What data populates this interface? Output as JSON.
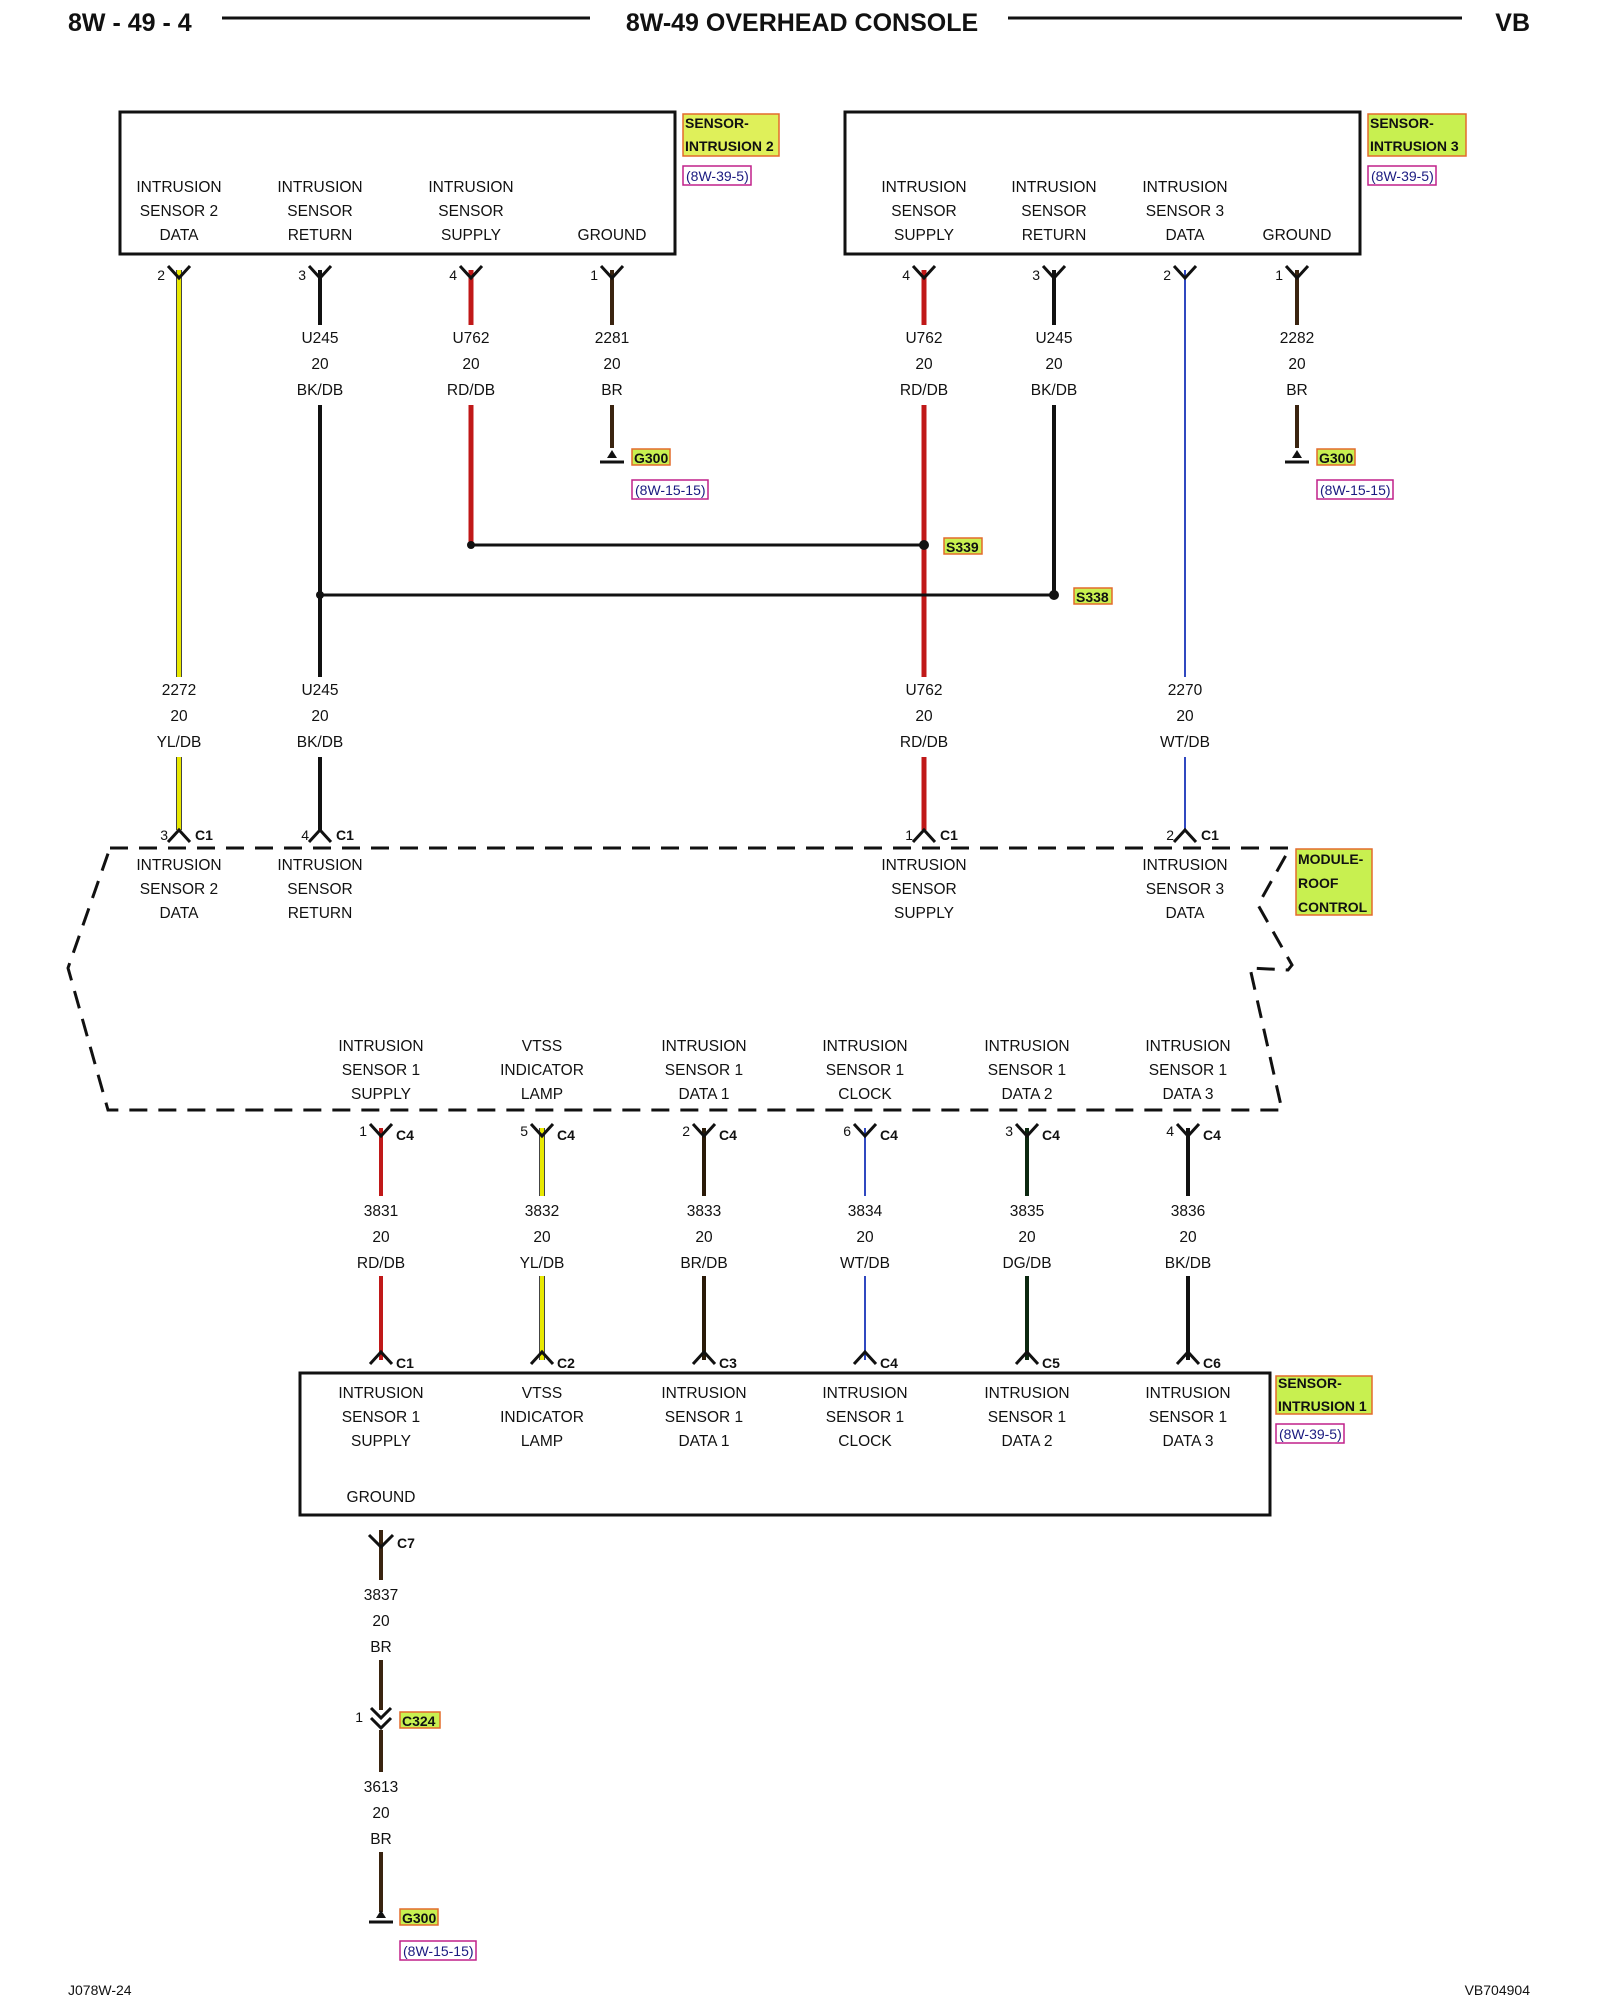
{
  "header": {
    "page_code": "8W - 49 - 4",
    "title": "8W-49 OVERHEAD CONSOLE",
    "model": "VB"
  },
  "footer": {
    "left_code": "J078W-24",
    "right_code": "VB704904"
  },
  "colors": {
    "YL/DB": "#e8e800",
    "BK/DB": "#111111",
    "RD/DB": "#c01818",
    "BR": "#3a2410",
    "WT/DB": "#3048c0",
    "BR/DB": "#2a1a08",
    "DG/DB": "#0c2810",
    "tag_fill": "#c8f050",
    "tag_border": "#e36b2c",
    "ref_border": "#c0208a"
  },
  "components": {
    "sensor2": {
      "name_lines": [
        "SENSOR-",
        "INTRUSION 2"
      ],
      "ref": "(8W-39-5)",
      "pins": [
        {
          "lines": [
            "INTRUSION",
            "SENSOR 2",
            "DATA"
          ]
        },
        {
          "lines": [
            "INTRUSION",
            "SENSOR",
            "RETURN"
          ]
        },
        {
          "lines": [
            "INTRUSION",
            "SENSOR",
            "SUPPLY"
          ]
        },
        {
          "lines": [
            "GROUND"
          ]
        }
      ]
    },
    "sensor3": {
      "name_lines": [
        "SENSOR-",
        "INTRUSION 3"
      ],
      "ref": "(8W-39-5)",
      "pins": [
        {
          "lines": [
            "INTRUSION",
            "SENSOR",
            "SUPPLY"
          ]
        },
        {
          "lines": [
            "INTRUSION",
            "SENSOR",
            "RETURN"
          ]
        },
        {
          "lines": [
            "INTRUSION",
            "SENSOR 3",
            "DATA"
          ]
        },
        {
          "lines": [
            "GROUND"
          ]
        }
      ]
    },
    "module": {
      "name_lines": [
        "MODULE-",
        "ROOF",
        "CONTROL"
      ],
      "top_pins": [
        {
          "lines": [
            "INTRUSION",
            "SENSOR 2",
            "DATA"
          ]
        },
        {
          "lines": [
            "INTRUSION",
            "SENSOR",
            "RETURN"
          ]
        },
        {
          "lines": [
            "INTRUSION",
            "SENSOR",
            "SUPPLY"
          ]
        },
        {
          "lines": [
            "INTRUSION",
            "SENSOR 3",
            "DATA"
          ]
        }
      ],
      "bottom_pins": [
        {
          "lines": [
            "INTRUSION",
            "SENSOR 1",
            "SUPPLY"
          ]
        },
        {
          "lines": [
            "VTSS",
            "INDICATOR",
            "LAMP"
          ]
        },
        {
          "lines": [
            "INTRUSION",
            "SENSOR 1",
            "DATA 1"
          ]
        },
        {
          "lines": [
            "INTRUSION",
            "SENSOR 1",
            "CLOCK"
          ]
        },
        {
          "lines": [
            "INTRUSION",
            "SENSOR 1",
            "DATA 2"
          ]
        },
        {
          "lines": [
            "INTRUSION",
            "SENSOR 1",
            "DATA 3"
          ]
        }
      ]
    },
    "sensor1": {
      "name_lines": [
        "SENSOR-",
        "INTRUSION 1"
      ],
      "ref": "(8W-39-5)",
      "pins": [
        {
          "lines": [
            "INTRUSION",
            "SENSOR 1",
            "SUPPLY"
          ]
        },
        {
          "lines": [
            "VTSS",
            "INDICATOR",
            "LAMP"
          ]
        },
        {
          "lines": [
            "INTRUSION",
            "SENSOR 1",
            "DATA 1"
          ]
        },
        {
          "lines": [
            "INTRUSION",
            "SENSOR 1",
            "CLOCK"
          ]
        },
        {
          "lines": [
            "INTRUSION",
            "SENSOR 1",
            "DATA 2"
          ]
        },
        {
          "lines": [
            "INTRUSION",
            "SENSOR 1",
            "DATA 3"
          ]
        }
      ],
      "ground_label": "GROUND"
    }
  },
  "wires": {
    "s2_data": {
      "pin": "2",
      "circuit": "2272",
      "gauge": "20",
      "color": "YL/DB",
      "module_pin": "3",
      "module_conn": "C1"
    },
    "s2_return_top": {
      "pin": "3",
      "circuit": "U245",
      "gauge": "20",
      "color": "BK/DB"
    },
    "s2_return_bottom": {
      "circuit": "U245",
      "gauge": "20",
      "color": "BK/DB",
      "module_pin": "4",
      "module_conn": "C1"
    },
    "s2_supply": {
      "pin": "4",
      "circuit": "U762",
      "gauge": "20",
      "color": "RD/DB"
    },
    "s2_ground": {
      "pin": "1",
      "circuit": "2281",
      "gauge": "20",
      "color": "BR",
      "ground": "G300",
      "ref": "(8W-15-15)"
    },
    "s3_supply_top": {
      "pin": "4",
      "circuit": "U762",
      "gauge": "20",
      "color": "RD/DB"
    },
    "s3_supply_bottom": {
      "circuit": "U762",
      "gauge": "20",
      "color": "RD/DB",
      "module_pin": "1",
      "module_conn": "C1"
    },
    "s3_return": {
      "pin": "3",
      "circuit": "U245",
      "gauge": "20",
      "color": "BK/DB"
    },
    "s3_data": {
      "pin": "2",
      "circuit": "2270",
      "gauge": "20",
      "color": "WT/DB",
      "module_pin": "2",
      "module_conn": "C1"
    },
    "s3_ground": {
      "pin": "1",
      "circuit": "2282",
      "gauge": "20",
      "color": "BR",
      "ground": "G300",
      "ref": "(8W-15-15)"
    },
    "bottom": [
      {
        "module_pin": "1",
        "module_conn": "C4",
        "circuit": "3831",
        "gauge": "20",
        "color": "RD/DB",
        "sensor_conn": "C1"
      },
      {
        "module_pin": "5",
        "module_conn": "C4",
        "circuit": "3832",
        "gauge": "20",
        "color": "YL/DB",
        "sensor_conn": "C2"
      },
      {
        "module_pin": "2",
        "module_conn": "C4",
        "circuit": "3833",
        "gauge": "20",
        "color": "BR/DB",
        "sensor_conn": "C3"
      },
      {
        "module_pin": "6",
        "module_conn": "C4",
        "circuit": "3834",
        "gauge": "20",
        "color": "WT/DB",
        "sensor_conn": "C4"
      },
      {
        "module_pin": "3",
        "module_conn": "C4",
        "circuit": "3835",
        "gauge": "20",
        "color": "DG/DB",
        "sensor_conn": "C5"
      },
      {
        "module_pin": "4",
        "module_conn": "C4",
        "circuit": "3836",
        "gauge": "20",
        "color": "BK/DB",
        "sensor_conn": "C6"
      }
    ],
    "ground_run": {
      "conn": "C7",
      "upper": {
        "circuit": "3837",
        "gauge": "20",
        "color": "BR"
      },
      "inline_pin": "1",
      "inline_conn": "C324",
      "lower": {
        "circuit": "3613",
        "gauge": "20",
        "color": "BR"
      },
      "ground": "G300",
      "ref": "(8W-15-15)"
    }
  },
  "splices": {
    "supply": "S339",
    "return": "S338"
  }
}
